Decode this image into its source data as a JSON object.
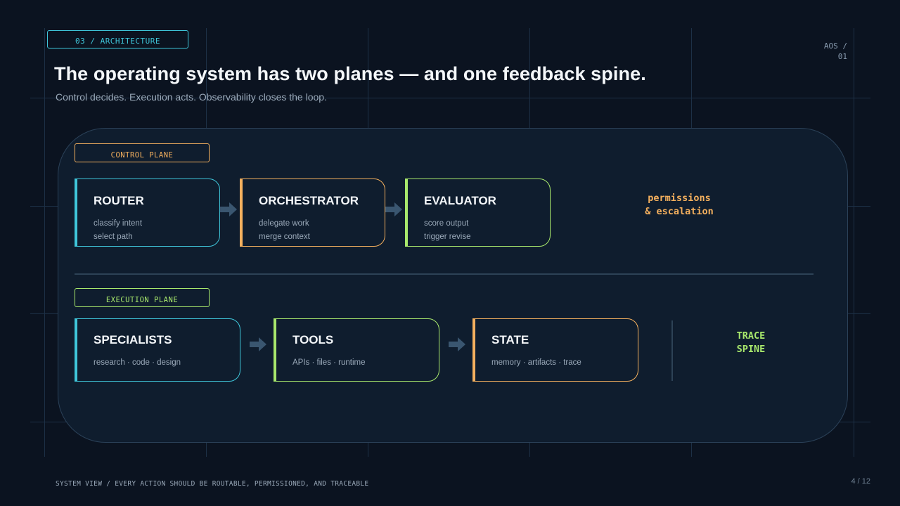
{
  "header": {
    "section_tag": "03 / ARCHITECTURE",
    "page_code_line1": "AOS /",
    "page_code_line2": "01",
    "title": "The operating system has two planes — and one feedback spine.",
    "subtitle": "Control decides. Execution acts. Observability closes the loop."
  },
  "control_plane": {
    "label": "CONTROL PLANE",
    "nodes": [
      {
        "name": "ROUTER",
        "line1": "classify intent",
        "line2": "select path",
        "accent": "#3fc6da"
      },
      {
        "name": "ORCHESTRATOR",
        "line1": "delegate work",
        "line2": "merge context",
        "accent": "#f4b05e"
      },
      {
        "name": "EVALUATOR",
        "line1": "score output",
        "line2": "trigger revise",
        "accent": "#a8e86c"
      }
    ],
    "side_note_line1": "permissions",
    "side_note_line2": "& escalation"
  },
  "execution_plane": {
    "label": "EXECUTION PLANE",
    "nodes": [
      {
        "name": "SPECIALISTS",
        "desc": "research · code · design",
        "accent": "#3fc6da"
      },
      {
        "name": "TOOLS",
        "desc": "APIs · files · runtime",
        "accent": "#a8e86c"
      },
      {
        "name": "STATE",
        "desc": "memory · artifacts · trace",
        "accent": "#f4b05e"
      }
    ],
    "side_note_line1": "TRACE",
    "side_note_line2": "SPINE"
  },
  "footer": {
    "caption": "SYSTEM VIEW / EVERY ACTION SHOULD BE ROUTABLE, PERMISSIONED, AND TRACEABLE",
    "page_indicator": "4 / 12"
  },
  "colors": {
    "background": "#0b1320",
    "panel": "#0f1d2e",
    "cyan": "#3fc6da",
    "orange": "#f4b05e",
    "green": "#a8e86c",
    "arrow": "#3a5670"
  }
}
